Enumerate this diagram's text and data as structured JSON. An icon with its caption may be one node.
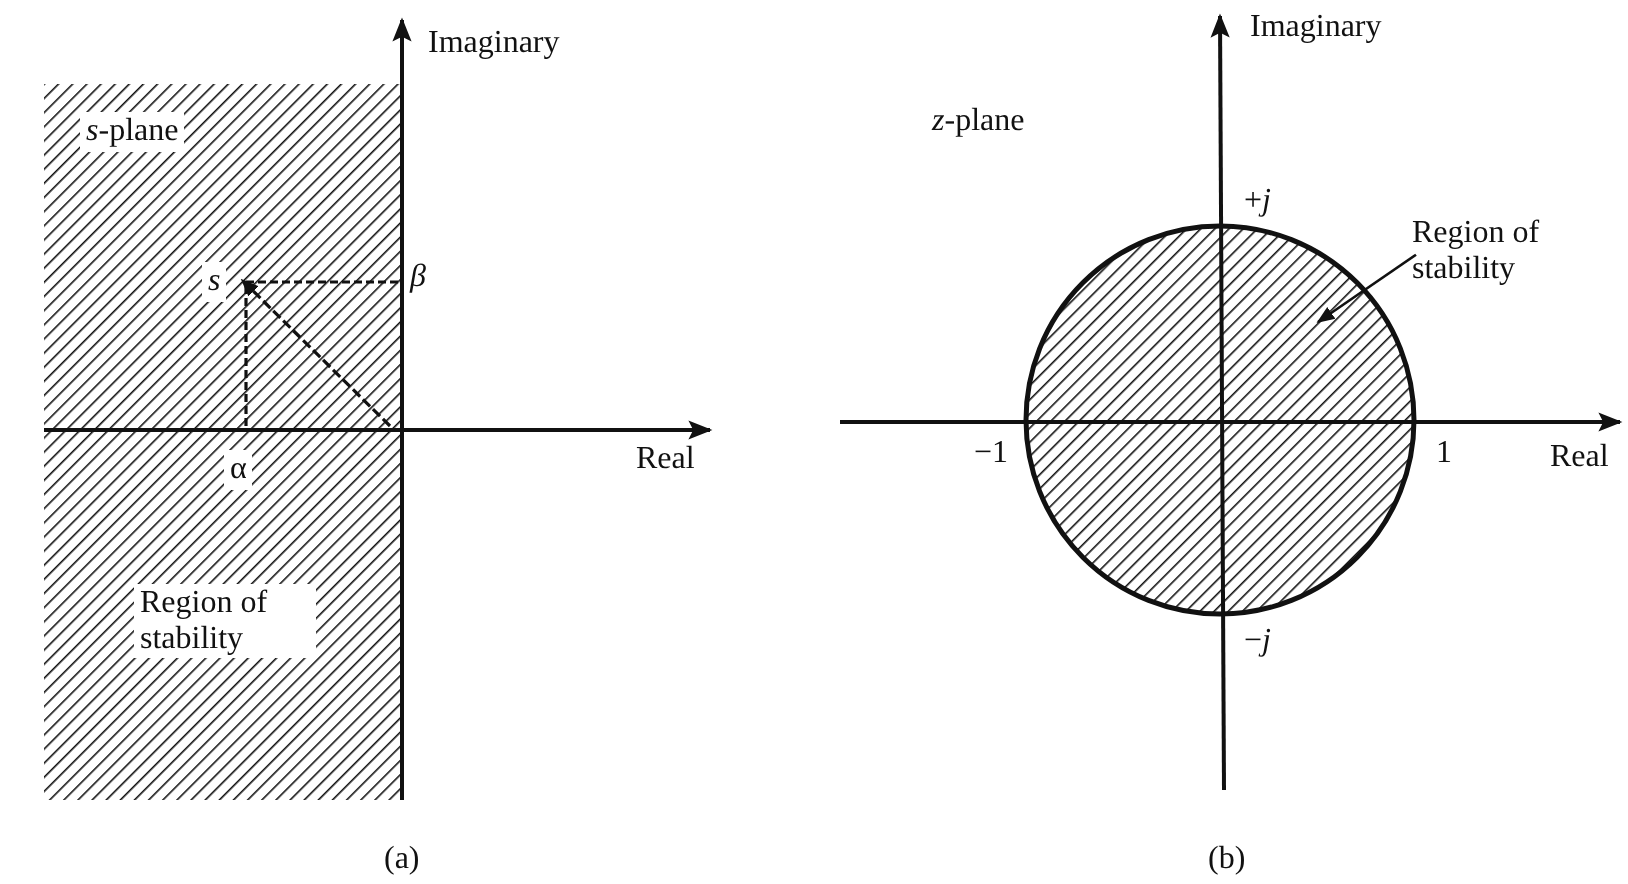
{
  "diagram": {
    "nodes": [
      {
        "text": [
          "Region of stability"
        ]
      },
      {
        "text": [],
        "shape": "circle"
      }
    ],
    "edges": [
      {
        "from": 0,
        "to": 1,
        "arrow": "to"
      }
    ],
    "labels": [
      "Imaginary",
      "*s*-plane",
      "s",
      "β",
      "α",
      "Real",
      "Region of stability",
      "(a)",
      "Imaginary",
      "*z*-plane",
      "+*j*",
      "−1",
      "1",
      "Real",
      "−*j*",
      "(b)"
    ]
  }
}
